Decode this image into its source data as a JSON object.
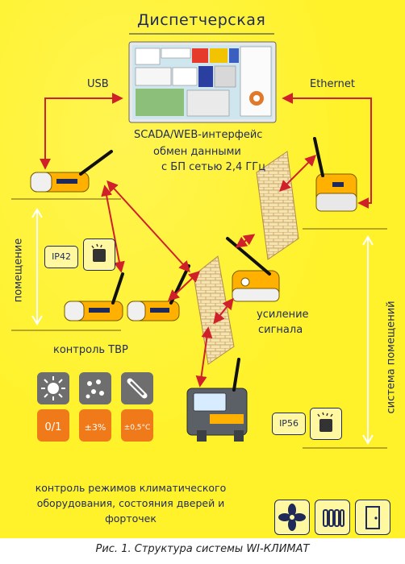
{
  "title": "Диспетчерская",
  "links": {
    "usb": "USB",
    "ethernet": "Ethernet"
  },
  "interface": "SCADA/WEB-интерфейс",
  "exchange_line1": "обмен данными",
  "exchange_line2": "с БП сетью 2,4 ГГц",
  "zones": {
    "room": "помещение",
    "system": "система помещений"
  },
  "badges": {
    "ip42": "IP42",
    "ip56": "IP56"
  },
  "boost_line1": "усиление",
  "boost_line2": "сигнала",
  "control_tvr": "контроль ТВР",
  "bottom_text": "контроль режимов климатического оборудования, состояния дверей и форточек",
  "sensor_icons": {
    "row1": [
      "sun-icon",
      "droplets-icon",
      "thermometer-icon"
    ],
    "row2": [
      "temperature-tolerance-icon",
      "humidity-tolerance-icon",
      "thermostat-tolerance-icon"
    ],
    "row2_text": [
      "0/1",
      "±3%",
      "±0,5°C"
    ]
  },
  "equipment_icons": [
    "fan-icon",
    "radiator-icon",
    "door-icon"
  ],
  "colors": {
    "background": "#fff22b",
    "text": "#1f2a5a",
    "arrow": "#d0202a",
    "tile_gray": "#6e6e6e",
    "tile_orange": "#f07a1a",
    "device_body": "#ffb000"
  },
  "caption": "Рис. 1. Структура системы WI-КЛИМАТ"
}
